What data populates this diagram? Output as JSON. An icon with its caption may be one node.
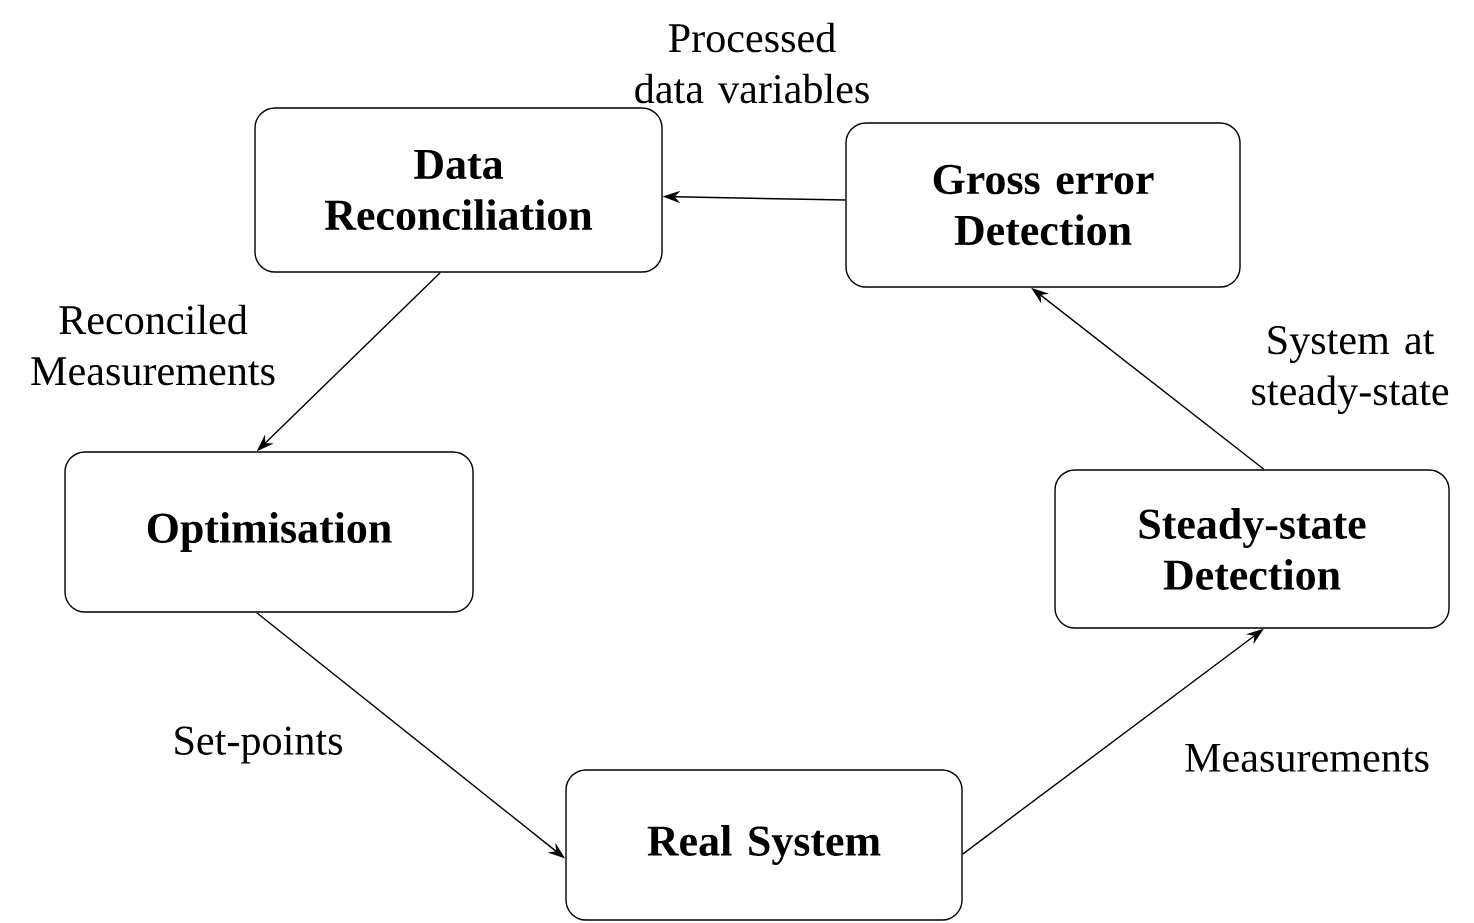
{
  "diagram": {
    "nodes": [
      {
        "text": [
          "Data Reconciliation"
        ]
      },
      {
        "text": [
          "Gross error Detection"
        ]
      },
      {
        "text": [
          "Optimisation"
        ]
      },
      {
        "text": [
          "Steady-state Detection"
        ]
      },
      {
        "text": [
          "Real System"
        ]
      }
    ],
    "edges": [
      {
        "from": 1,
        "to": 0,
        "arrow": "to",
        "label": "Processed data variables"
      },
      {
        "from": 0,
        "to": 2,
        "arrow": "to",
        "label": "Reconciled Measurements"
      },
      {
        "from": 2,
        "to": 4,
        "arrow": "to",
        "label": "Set-points"
      },
      {
        "from": 4,
        "to": 3,
        "arrow": "to",
        "label": "Measurements"
      },
      {
        "from": 3,
        "to": 1,
        "arrow": "to",
        "label": "System at steady-state"
      }
    ]
  }
}
